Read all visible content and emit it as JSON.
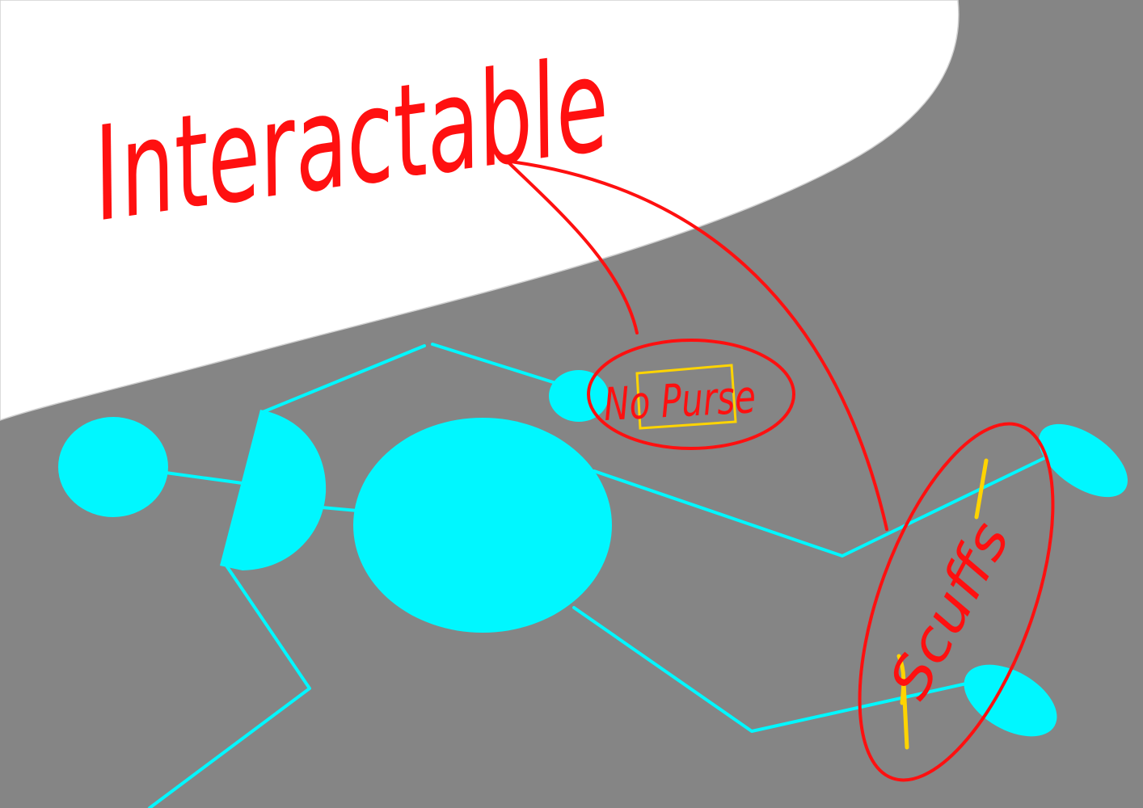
{
  "colors": {
    "background": "#858585",
    "floor": "#ffffff",
    "figure": "#00f7ff",
    "annotation_red": "#ff1010",
    "annotation_yellow": "#ffd400"
  },
  "annotations": {
    "title": "Interactable",
    "purse_label": "No Purse",
    "shoes_label": "Scuffs"
  }
}
